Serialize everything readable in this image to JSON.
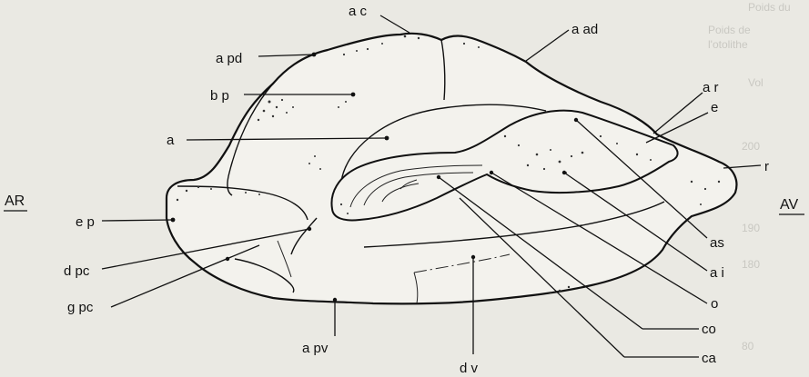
{
  "figure": {
    "side_labels": {
      "left": "AR",
      "right": "AV"
    },
    "labels": {
      "ac": "a c",
      "aad": "a ad",
      "apd": "a pd",
      "bp": "b p",
      "a": "a",
      "ar": "a r",
      "e": "e",
      "r": "r",
      "ep": "e p",
      "as": "as",
      "ai": "a i",
      "dpc": "d pc",
      "gpc": "g pc",
      "o": "o",
      "co": "co",
      "apv": "a pv",
      "ca": "ca",
      "dv": "d v"
    },
    "background_text": {
      "t1": "Poids de",
      "t2": "l'otolithe",
      "t3": "Poids du",
      "t4": "Vol",
      "t5": "200",
      "t6": "190",
      "t7": "180",
      "t8": "80"
    }
  }
}
